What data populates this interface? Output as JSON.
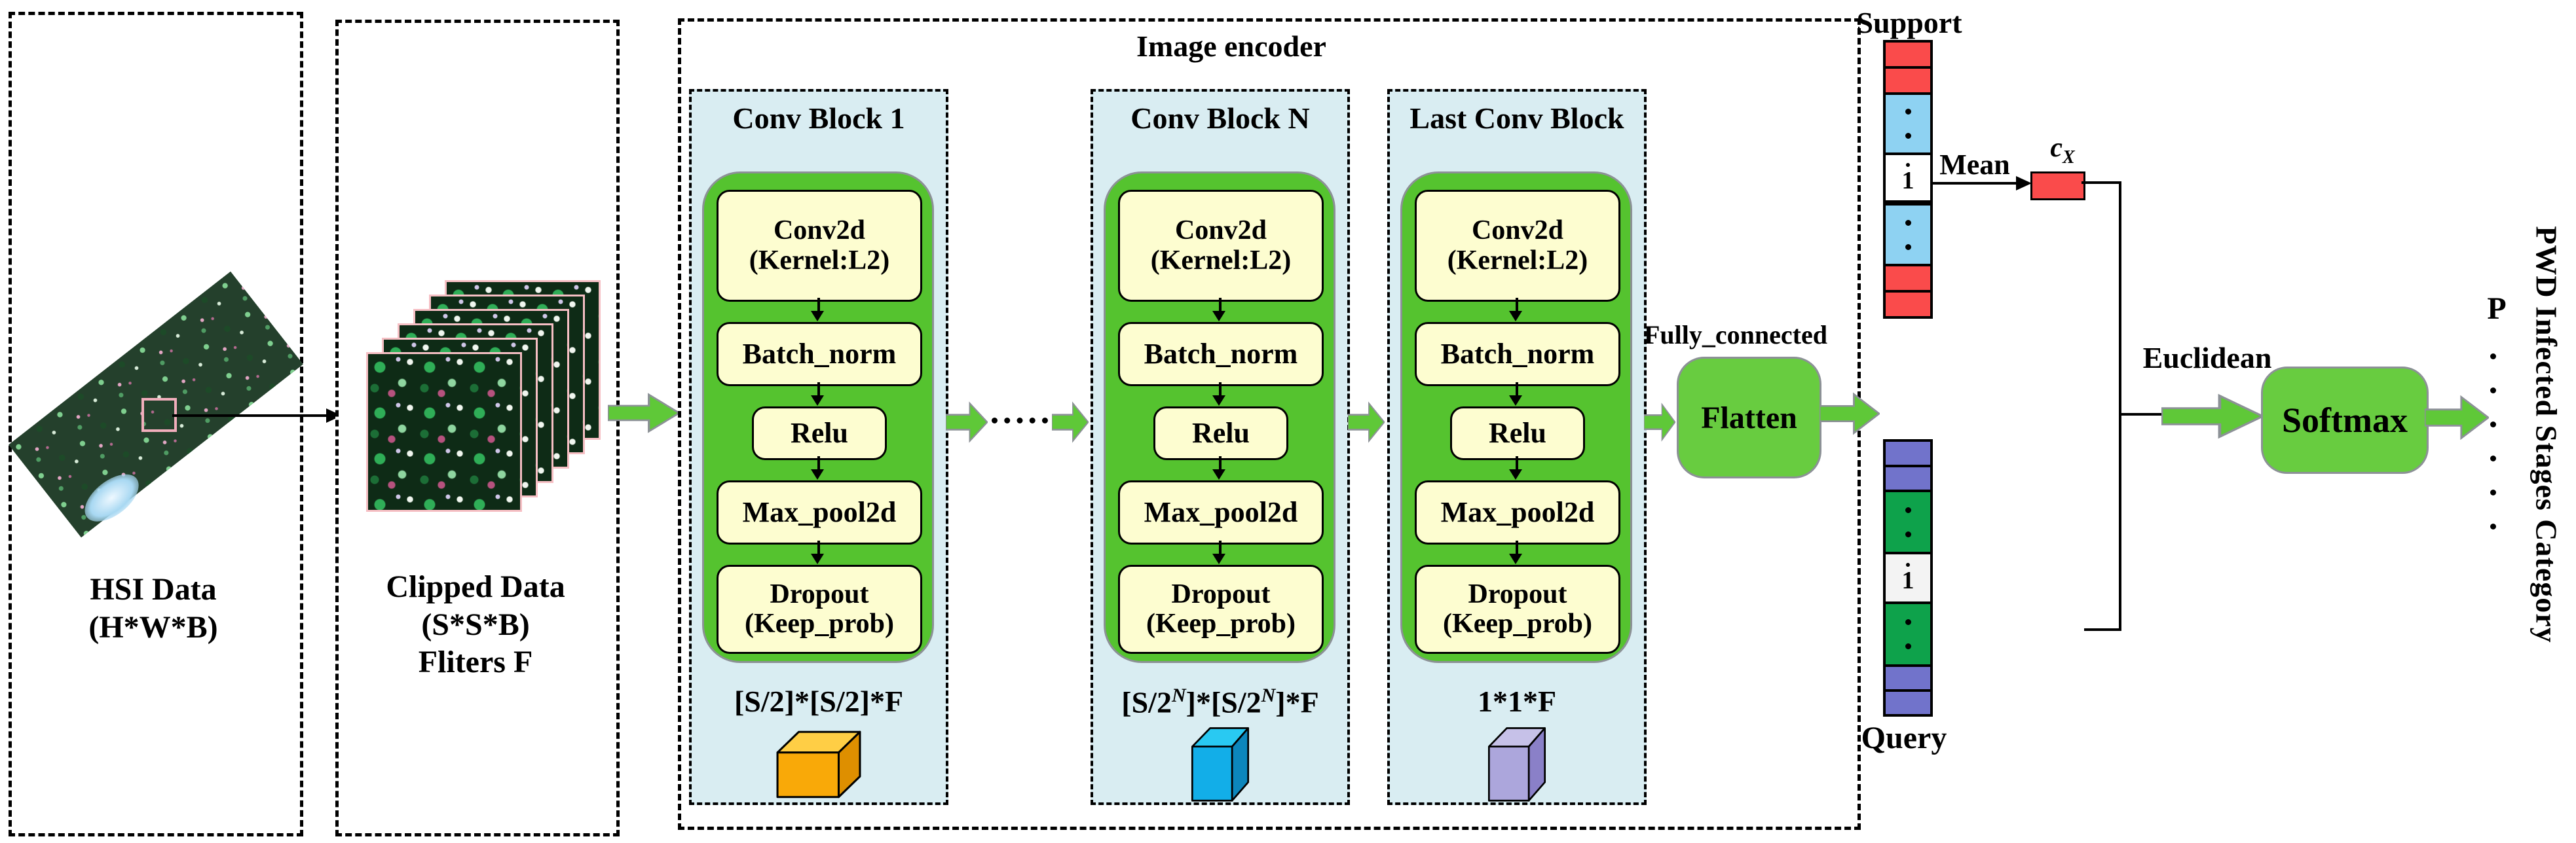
{
  "left_panels": {
    "hsi": {
      "label_line1": "HSI Data",
      "label_line2": "(H*W*B)"
    },
    "clipped": {
      "label_line1": "Clipped Data",
      "label_line2": "(S*S*B)",
      "label_line3": "Fliters F"
    }
  },
  "encoder": {
    "title": "Image encoder",
    "fully_connected_label": "Fully_connected",
    "flatten_label": "Flatten",
    "layers": [
      {
        "l1": "Conv2d",
        "l2": "(Kernel:L2)"
      },
      {
        "l1": "Batch_norm"
      },
      {
        "l1": "Relu"
      },
      {
        "l1": "Max_pool2d"
      },
      {
        "l1": "Dropout",
        "l2": "(Keep_prob)"
      }
    ],
    "blocks": [
      {
        "title": "Conv Block 1",
        "dim": "[S/2]*[S/2]*F",
        "cube_colors": {
          "top": "#FFCE45",
          "front": "#F9A908",
          "side": "#DE8F00"
        }
      },
      {
        "title": "Conv Block N",
        "dim_p1": "[S/2",
        "dim_sup1": "N",
        "dim_p2": "]*[S/2",
        "dim_sup2": "N",
        "dim_p3": "]*F",
        "cube_colors": {
          "top": "#29C9F2",
          "front": "#12AEE8",
          "side": "#0C86BC"
        }
      },
      {
        "title": "Last Conv Block",
        "dim": "1*1*F",
        "cube_colors": {
          "top": "#C6C1E8",
          "front": "#ACA6DC",
          "side": "#8A80C8"
        }
      }
    ]
  },
  "prototypes": {
    "support": {
      "label": "Support",
      "one": "1",
      "cells": [
        "red",
        "red",
        "blue-dots",
        "white-1",
        "blue-dots",
        "red",
        "red"
      ]
    },
    "query": {
      "label": "Query",
      "one": "1",
      "cells": [
        "purple",
        "purple",
        "green-dots",
        "white-1",
        "green-dots",
        "purple",
        "purple"
      ]
    },
    "mean_label": "Mean",
    "cx": {
      "base": "c",
      "sub": "X"
    }
  },
  "classifier": {
    "euclidean_label": "Euclidean",
    "softmax_label": "Softmax",
    "p_label": "P"
  },
  "output": {
    "category_label": "PWD Infected Stages Category"
  },
  "colors": {
    "block_bg": "#D9EDF2",
    "green_rect": "#55C32F",
    "layer_box": "#FDFDD0",
    "flow_arrow": "#5FC838",
    "support_red": "#FA4B4B",
    "support_blue": "#8ED2F2",
    "query_purple": "#7173CB",
    "query_green": "#0EA24B",
    "cx_red": "#FA4B4B"
  }
}
